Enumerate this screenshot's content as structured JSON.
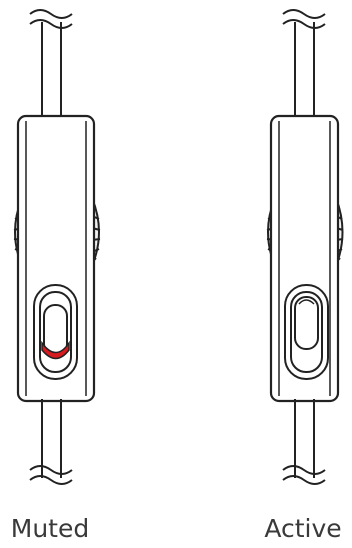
{
  "states": [
    {
      "label": "Muted",
      "slider_position": "down",
      "indicator_color": "#d71920"
    },
    {
      "label": "Active",
      "slider_position": "up",
      "indicator_color": "#ffffff"
    }
  ],
  "colors": {
    "outline": "#222222",
    "body_fill": "#ffffff",
    "wheel_fill": "#f2f2f2"
  }
}
